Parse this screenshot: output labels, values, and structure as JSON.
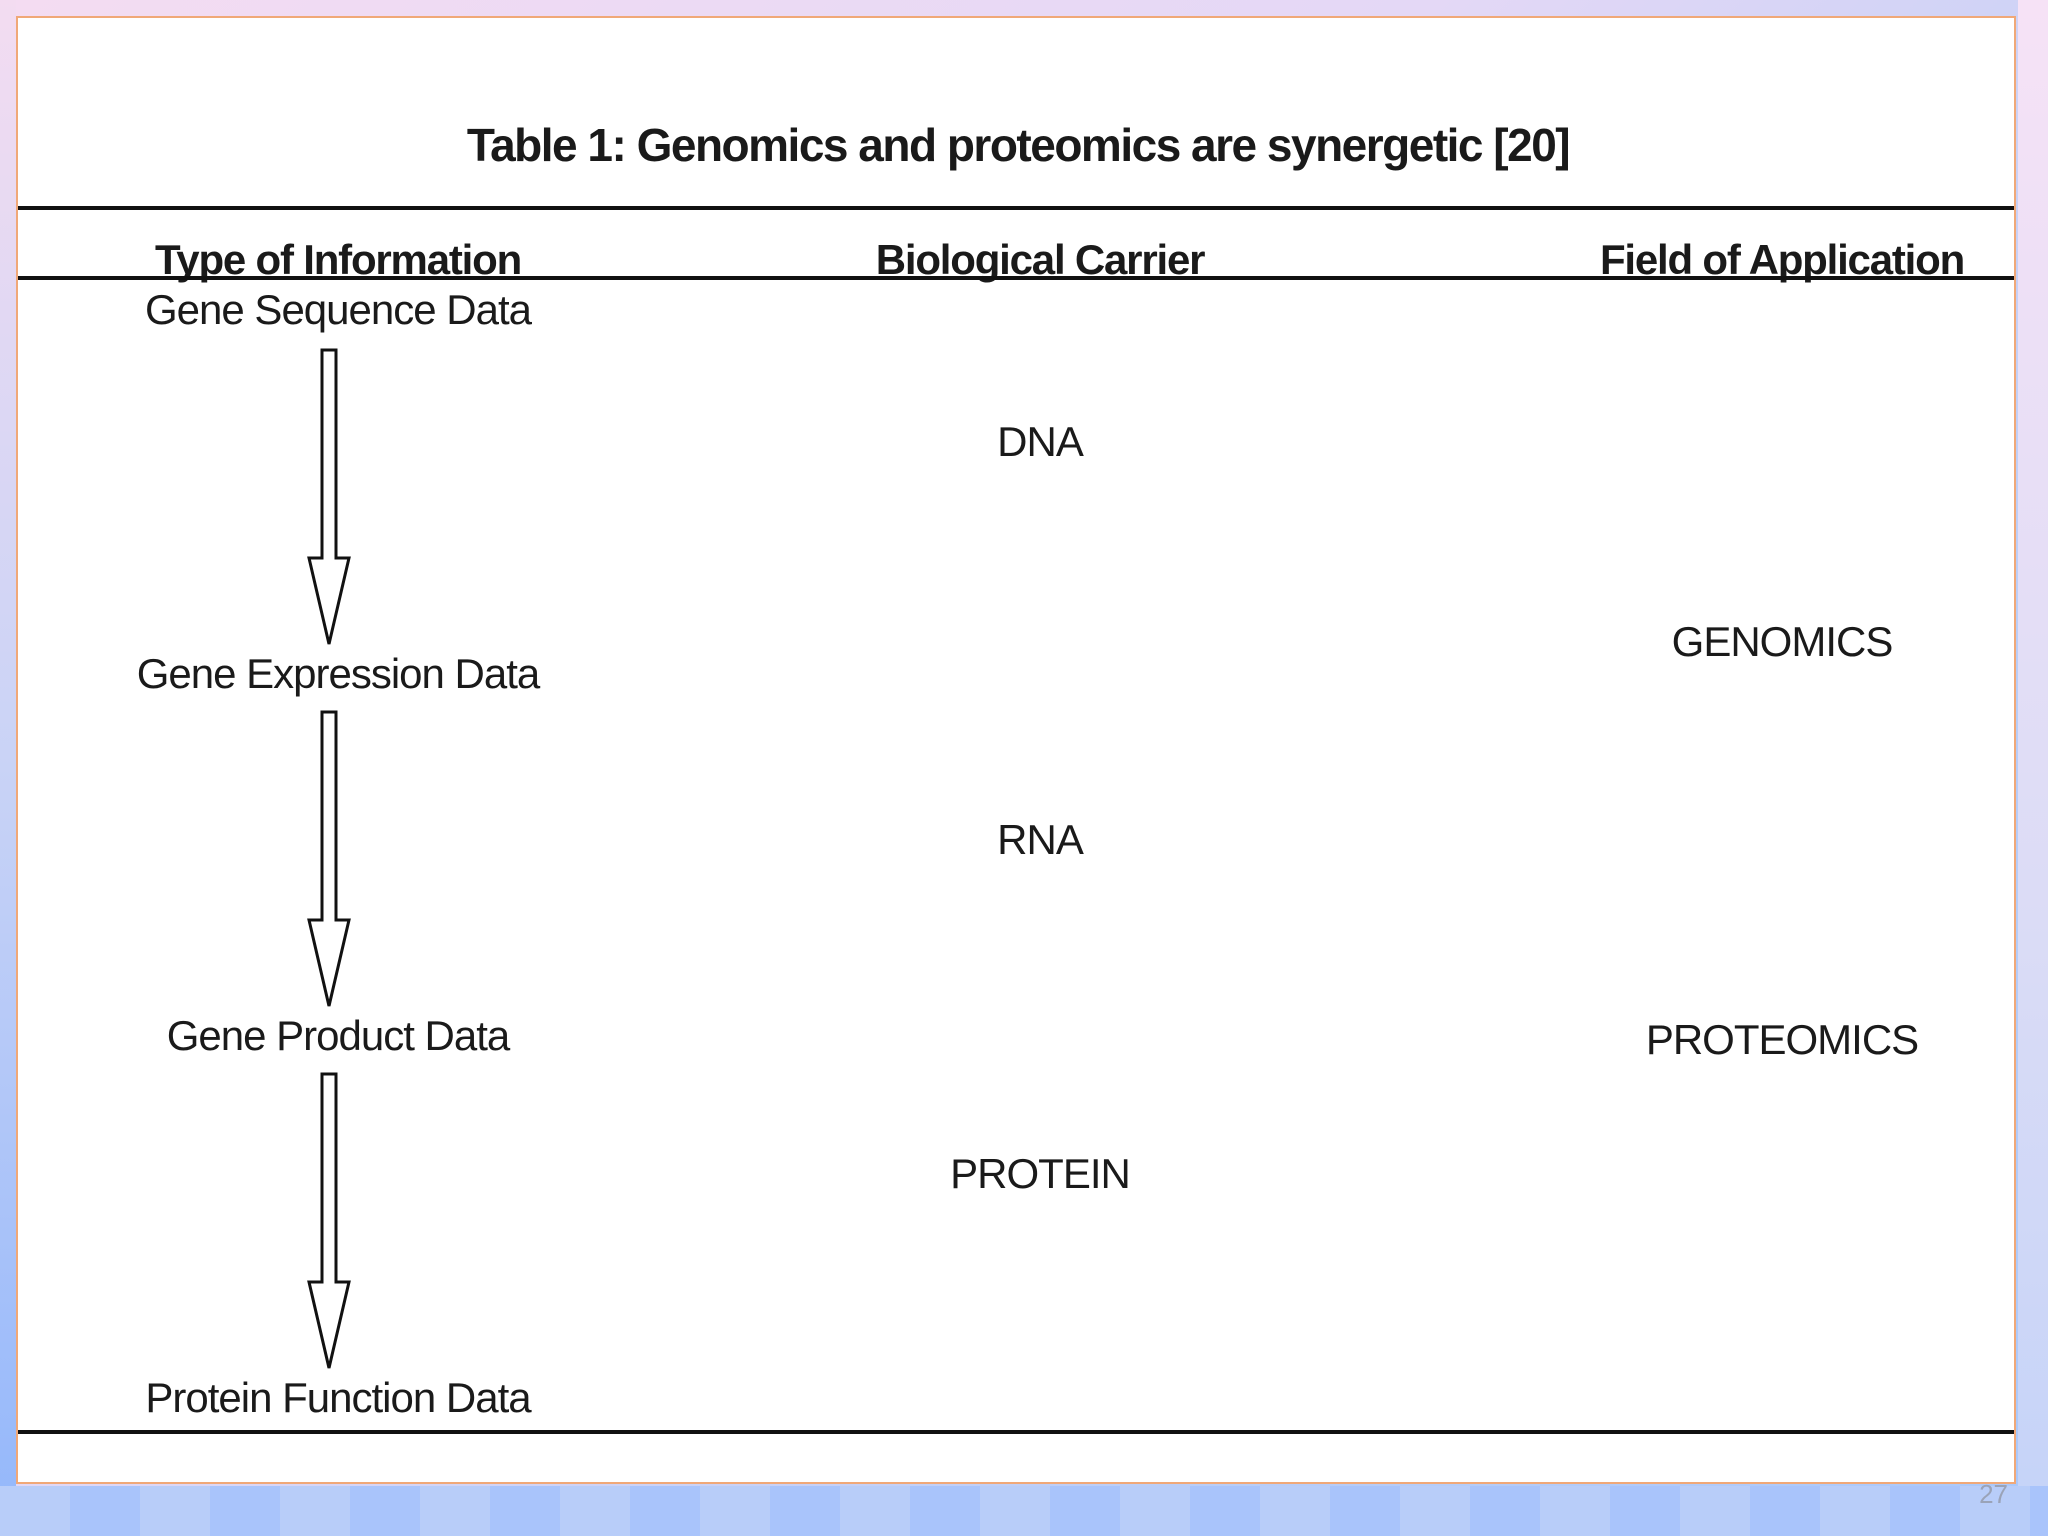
{
  "slide": {
    "title": "Table 1: Genomics and proteomics are synergetic [20]",
    "page_number": "27"
  },
  "table": {
    "headers": [
      "Type of Information",
      "Biological Carrier",
      "Field of Application"
    ],
    "information_types": [
      "Gene Sequence Data",
      "Gene Expression Data",
      "Gene Product Data",
      "Protein Function Data"
    ],
    "biological_carriers": [
      "DNA",
      "RNA",
      "PROTEIN"
    ],
    "fields_of_application": [
      "GENOMICS",
      "PROTEOMICS"
    ]
  },
  "colors": {
    "slide_border": "#f0a878",
    "rule": "#111111",
    "text": "#1a1a1a"
  }
}
